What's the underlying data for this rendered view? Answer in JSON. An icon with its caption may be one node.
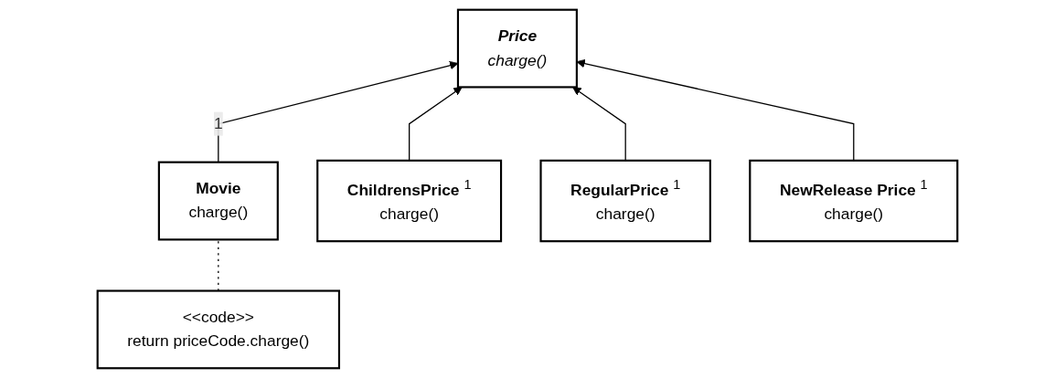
{
  "diagram": {
    "nodes": [
      {
        "text": [
          "Movie",
          "charge()"
        ]
      },
      {
        "text": [
          "Price",
          "charge()"
        ]
      },
      {
        "text": [
          "<<code>>",
          "return priceCode.charge()"
        ]
      },
      {
        "text": [
          "ChildrensPrice",
          "1",
          "charge()"
        ]
      },
      {
        "text": [
          "RegularPrice",
          "1",
          "charge()"
        ]
      },
      {
        "text": [
          "NewRelease Price",
          "1",
          "charge()"
        ]
      }
    ],
    "edges": [
      {
        "from": 0,
        "to": 1,
        "arrow": "to",
        "label": "1"
      },
      {
        "from": 2,
        "to": 0,
        "arrow": "none",
        "style": "dashed"
      },
      {
        "from": 3,
        "to": 1,
        "arrow": "to"
      },
      {
        "from": 4,
        "to": 1,
        "arrow": "to"
      },
      {
        "from": 5,
        "to": 1,
        "arrow": "to"
      }
    ]
  }
}
